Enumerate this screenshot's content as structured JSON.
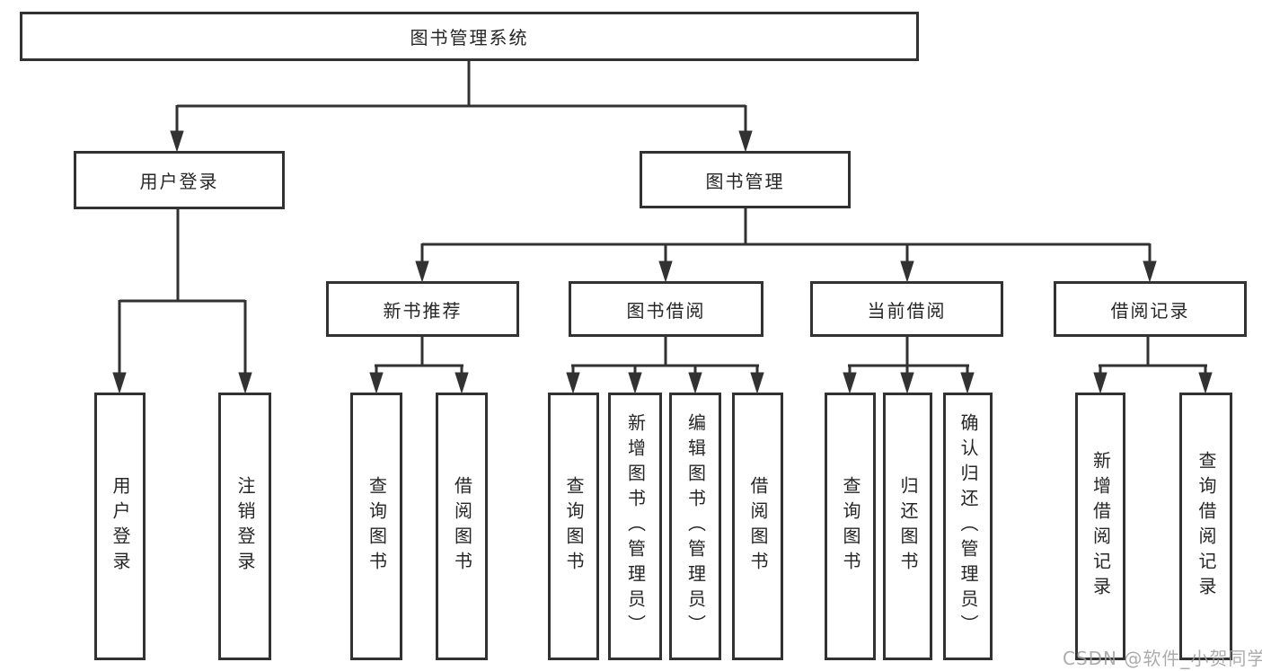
{
  "diagram": {
    "title_node": "图书管理系统",
    "nodes": {
      "root": "图书管理系统",
      "user_login": "用户登录",
      "book_management": "图书管理",
      "new_book_recommend": "新书推荐",
      "book_borrowing": "图书借阅",
      "current_borrowing": "当前借阅",
      "borrowing_records": "借阅记录",
      "leaf_user_login": "用户登录",
      "leaf_logout": "注销登录",
      "leaf_query_books_recommend": "查询图书",
      "leaf_borrow_books_recommend": "借阅图书",
      "leaf_query_books_borrowing": "查询图书",
      "leaf_add_books_admin": "新增图书（管理员）",
      "leaf_edit_books_admin": "编辑图书（管理员）",
      "leaf_borrow_books_borrowing": "借阅图书",
      "leaf_query_books_current": "查询图书",
      "leaf_return_books": "归还图书",
      "leaf_confirm_return_admin": "确认归还（管理员）",
      "leaf_add_borrow_record": "新增借阅记录",
      "leaf_query_borrow_record": "查询借阅记录"
    },
    "hierarchy": {
      "图书管理系统": {
        "用户登录": [
          "用户登录",
          "注销登录"
        ],
        "图书管理": {
          "新书推荐": [
            "查询图书",
            "借阅图书"
          ],
          "图书借阅": [
            "查询图书",
            "新增图书（管理员）",
            "编辑图书（管理员）",
            "借阅图书"
          ],
          "当前借阅": [
            "查询图书",
            "归还图书",
            "确认归还（管理员）"
          ],
          "借阅记录": [
            "新增借阅记录",
            "查询借阅记录"
          ]
        }
      }
    }
  },
  "watermark": {
    "text": "CSDN @软件_小贺同学"
  },
  "colors": {
    "background": "#ffffff",
    "box_border": "#323232",
    "connector": "#323232",
    "text": "#262626",
    "watermark": "#9e9e9e"
  }
}
